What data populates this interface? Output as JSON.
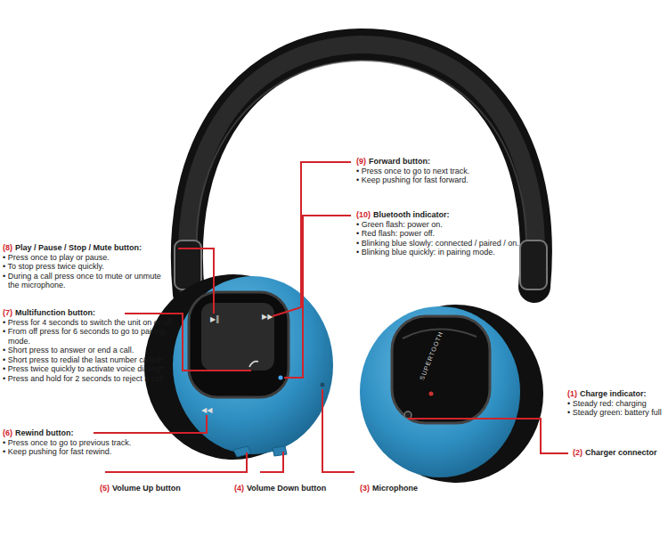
{
  "diagram": {
    "labels": [
      "(9)",
      "Forward button:",
      "• Press once to go to next track.",
      "• Keep pushing for fast forward.",
      "(10)",
      "Bluetooth indicator:",
      "• Green flash: power on.",
      "• Red flash: power off.",
      "• Blinking blue slowly: connected / paired / on.",
      "• Blinking blue quickly: in pairing mode.",
      "(8)",
      "Play / Pause / Stop / Mute button:",
      "• Press once to play or pause.",
      "• To stop press twice quickly.",
      "• During a call press once to mute or unmute the microphone.",
      "(7)",
      "Multifunction button:",
      "• Press for 4 seconds to switch the unit on or off.",
      "• From off press for 6 seconds to go to pairing mode.",
      "• Short press to answer or end a call.",
      "• Short press to redial the last number called*.",
      "• Press twice quickly to activate voice dialing*.",
      "• Press and hold for 2 seconds to reject a call.",
      "(6)",
      "Rewind button:",
      "• Press once to go to previous track.",
      "• Keep pushing for fast rewind.",
      "(1)",
      "Charge indicator:",
      "• Steady red: charging",
      "• Steady green: battery full",
      "(2)",
      "Charger connector",
      "(5)",
      "Volume Up button",
      "(4)",
      "Volume Down button",
      "(3)",
      "Microphone",
      "SUPERTOOTH"
    ]
  }
}
